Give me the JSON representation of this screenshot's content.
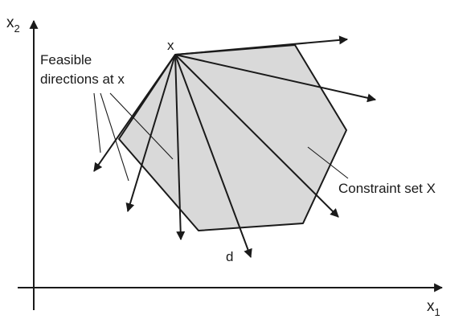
{
  "axes": {
    "x_label": "x",
    "x_subscript": "1",
    "y_label": "x",
    "y_subscript": "2"
  },
  "labels": {
    "point": "x",
    "feasible_line1": "Feasible",
    "feasible_line2": "directions at x",
    "constraint_set": "Constraint set X",
    "direction": "d"
  },
  "colors": {
    "fill": "#d9d9d9",
    "stroke": "#1a1a1a"
  }
}
